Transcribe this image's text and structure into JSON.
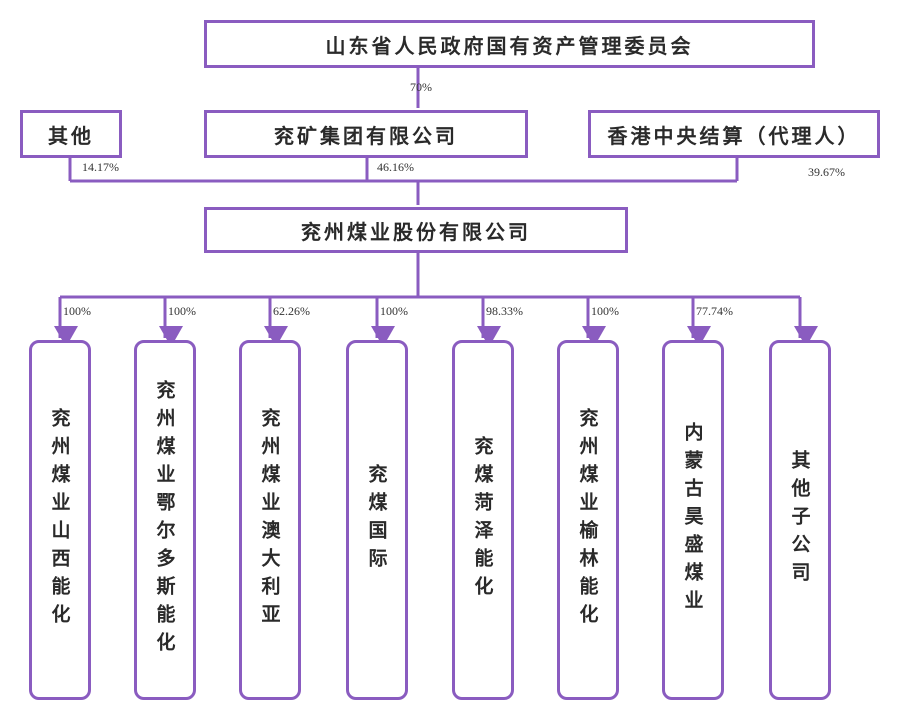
{
  "top": "山东省人民政府国有资产管理委员会",
  "top_pct": "70%",
  "shareholders": [
    {
      "name": "其他",
      "pct": "14.17%"
    },
    {
      "name": "兖矿集团有限公司",
      "pct": "46.16%"
    },
    {
      "name": "香港中央结算（代理人）",
      "pct": "39.67%"
    }
  ],
  "company": "兖州煤业股份有限公司",
  "subsidiaries": [
    {
      "name": "兖州煤业山西能化",
      "pct": "100%"
    },
    {
      "name": "兖州煤业鄂尔多斯能化",
      "pct": "100%"
    },
    {
      "name": "兖州煤业澳大利亚",
      "pct": "62.26%"
    },
    {
      "name": "兖煤国际",
      "pct": "100%"
    },
    {
      "name": "兖煤菏泽能化",
      "pct": "98.33%"
    },
    {
      "name": "兖州煤业榆林能化",
      "pct": "100%"
    },
    {
      "name": "内蒙古昊盛煤业",
      "pct": "77.74%"
    },
    {
      "name": "其他子公司",
      "pct": ""
    }
  ],
  "colors": {
    "line": "#8a5cc0"
  }
}
